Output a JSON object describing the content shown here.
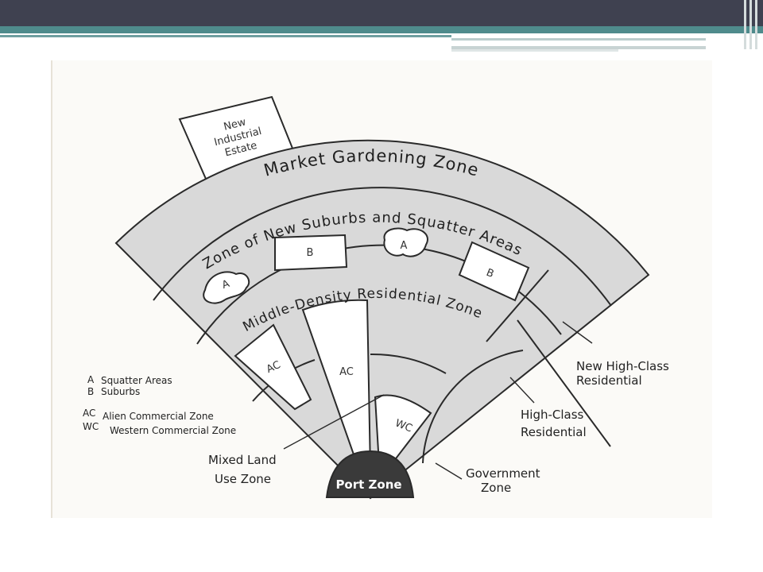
{
  "zones": {
    "market_gardening": "Market Gardening Zone",
    "new_suburbs": "Zone of New Suburbs and Squatter Areas",
    "middle_density": "Middle-Density Residential Zone",
    "port": "Port Zone"
  },
  "industrial_estate": [
    "New",
    "Industrial",
    "Estate"
  ],
  "markers": {
    "squatter": "A",
    "suburb": "B",
    "alien_commercial": "AC",
    "western_commercial": "WC"
  },
  "callouts": {
    "new_high_class": [
      "New High-Class",
      "Residential"
    ],
    "high_class": [
      "High-Class",
      "Residential"
    ],
    "government": [
      "Government",
      "Zone"
    ],
    "mixed_land_use": [
      "Mixed Land",
      "Use Zone"
    ]
  },
  "legend": [
    {
      "code": "A",
      "label": "Squatter Areas"
    },
    {
      "code": "B",
      "label": "Suburbs"
    },
    {
      "code": "AC",
      "label": "Alien Commercial Zone"
    },
    {
      "code": "WC",
      "label": "Western Commercial Zone"
    }
  ],
  "colors": {
    "zone_fill": "#d9d9d9",
    "port_fill": "#3a3a3a",
    "header_bar": "#3f4150",
    "accent_teal": "#4f8b8c"
  }
}
